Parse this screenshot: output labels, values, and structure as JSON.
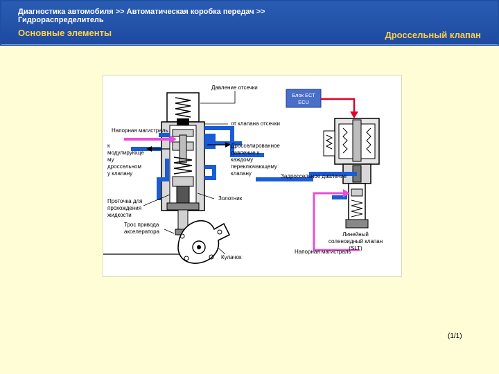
{
  "header": {
    "breadcrumb_line1": "Диагностика автомобиля >> Автоматическая коробка передач >>",
    "breadcrumb_line2": "Гидрораспределитель",
    "section": "Основные элементы",
    "topic": "Дроссельный клапан"
  },
  "diagram": {
    "label_cutback_pressure": "Давление отсечки",
    "ecu_line1": "Блок ЕСТ",
    "ecu_line2": "ECU",
    "label_from_cutback_valve": "от клапана отсечки",
    "label_line_pressure": "Напорная магистраль",
    "label_to_modulator_1": "к",
    "label_to_modulator_2": "модулирующе",
    "label_to_modulator_3": "му",
    "label_to_modulator_4": "дроссельном",
    "label_to_modulator_5": "у клапану",
    "label_throttle_pressure_1": "Дросселированное",
    "label_throttle_pressure_2": "давление к",
    "label_throttle_pressure_3": "каждому",
    "label_throttle_pressure_4": "переключающему",
    "label_throttle_pressure_5": "клапану",
    "label_throttle_pressure_right": "Задроссельное давление",
    "label_spool": "Золотник",
    "label_fluid_1": "Проточка для",
    "label_fluid_2": "прохождения",
    "label_fluid_3": "жидкости",
    "label_cable_1": "Трос привода",
    "label_cable_2": "акселератора",
    "label_cam": "Кулачок",
    "label_slt_1": "Линейный",
    "label_slt_2": "соленоидный клапан",
    "label_slt_3": "(SLT)",
    "label_line_pressure_right": "Напорная магистраль"
  },
  "footer": {
    "page": "(1/1)"
  },
  "colors": {
    "header_bg": "#1e4aa0",
    "accent_text": "#ffd24a",
    "oil_blue": "#1a5bd8",
    "arrow_red": "#e0002a",
    "arrow_pink": "#e64fd6",
    "ecu_box": "#4a6fc9",
    "page_bg": "#fffdd6"
  }
}
